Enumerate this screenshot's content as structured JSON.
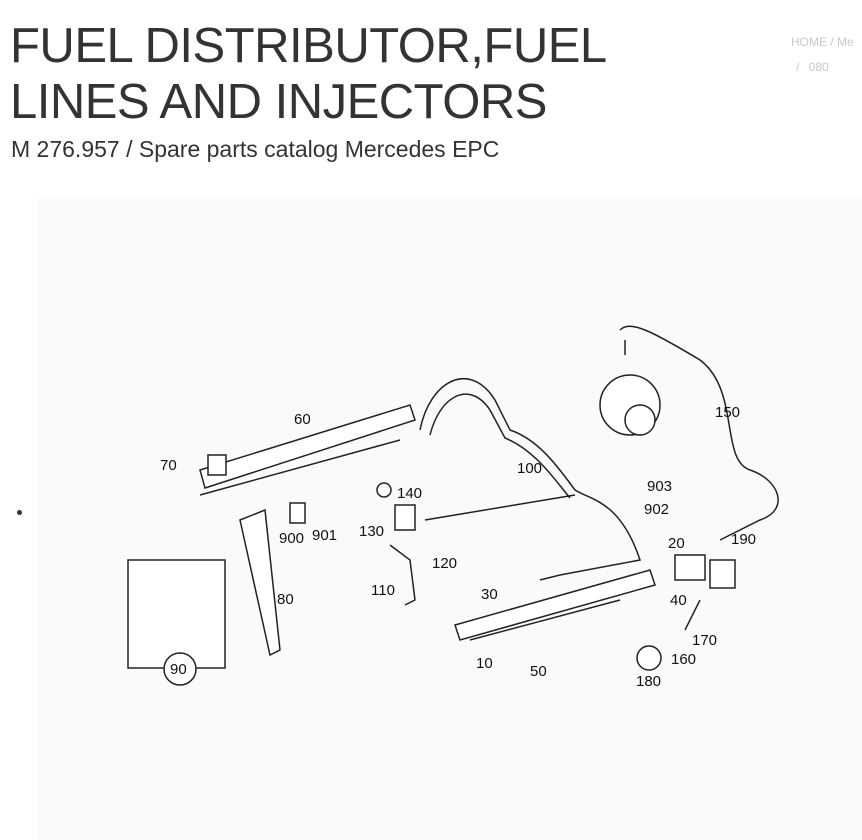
{
  "page": {
    "title": "FUEL DISTRIBUTOR,FUEL LINES AND INJECTORS",
    "subtitle": "M 276.957 / Spare parts catalog Mercedes EPC"
  },
  "breadcrumb": {
    "home": "HOME",
    "sep": "/",
    "next": "Me",
    "last": "080"
  },
  "diagram": {
    "callouts": [
      "60",
      "70",
      "100",
      "150",
      "140",
      "130",
      "903",
      "902",
      "900",
      "901",
      "20",
      "190",
      "120",
      "110",
      "80",
      "30",
      "40",
      "170",
      "160",
      "10",
      "50",
      "180",
      "90"
    ]
  }
}
